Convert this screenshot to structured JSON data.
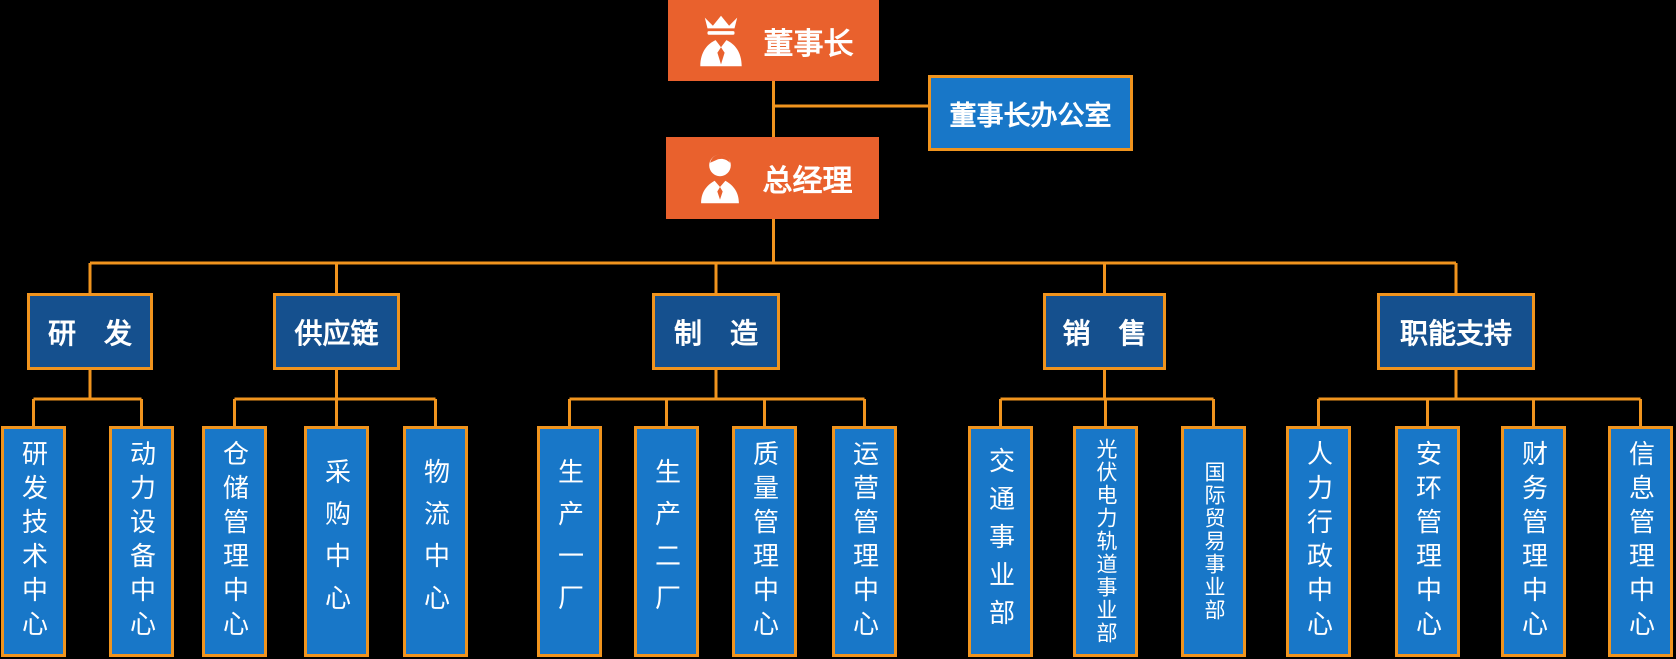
{
  "colors": {
    "background": "#000000",
    "executive_box": "#E9612D",
    "department_box": "#15508E",
    "unit_box": "#1877C8",
    "connector_line": "#F0941E",
    "text": "#FFFFFF"
  },
  "root": {
    "label": "董事长",
    "icon": "chairman-crown-icon"
  },
  "assistant": {
    "label": "董事长办公室"
  },
  "gm": {
    "label": "总经理",
    "icon": "manager-icon"
  },
  "departments": [
    {
      "label": "研　发",
      "children": [
        "研发技术中心",
        "动力设备中心"
      ]
    },
    {
      "label": "供应链",
      "children": [
        "仓储管理中心",
        "采购中心",
        "物流中心"
      ]
    },
    {
      "label": "制　造",
      "children": [
        "生产一厂",
        "生产二厂",
        "质量管理中心",
        "运营管理中心"
      ]
    },
    {
      "label": "销　售",
      "children": [
        "交通事业部",
        "光伏电力轨道事业部",
        "国际贸易事业部"
      ]
    },
    {
      "label": "职能支持",
      "children": [
        "人力行政中心",
        "安环管理中心",
        "财务管理中心",
        "信息管理中心"
      ]
    }
  ]
}
